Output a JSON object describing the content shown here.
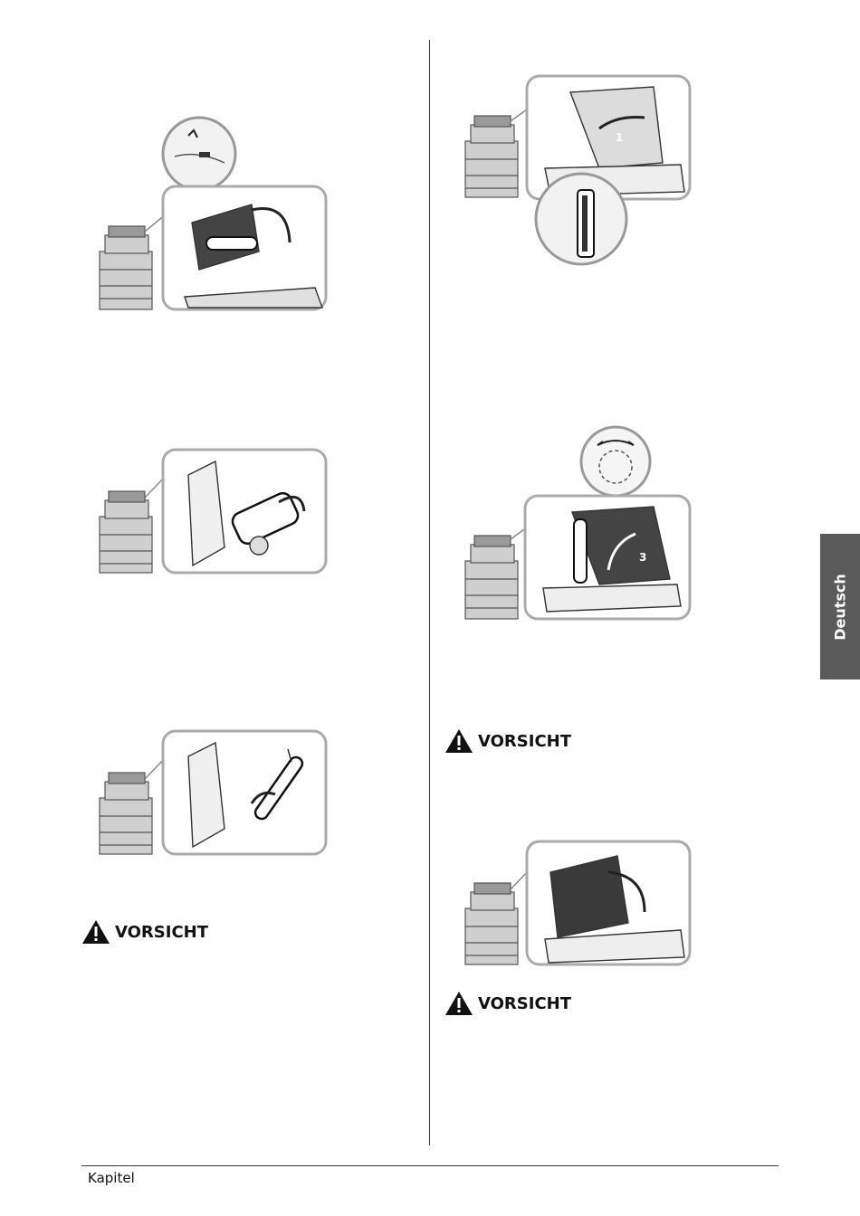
{
  "side_tab": {
    "label": "Deutsch"
  },
  "footer": {
    "label": "Kapitel"
  },
  "warnings": {
    "left_1": "VORSICHT",
    "right_1": "VORSICHT",
    "right_2": "VORSICHT"
  },
  "figures": {
    "fig_left_1": {
      "callout_number": ""
    },
    "fig_right_1": {
      "callout_number": "1"
    },
    "fig_right_2": {
      "callout_number": "3"
    }
  }
}
